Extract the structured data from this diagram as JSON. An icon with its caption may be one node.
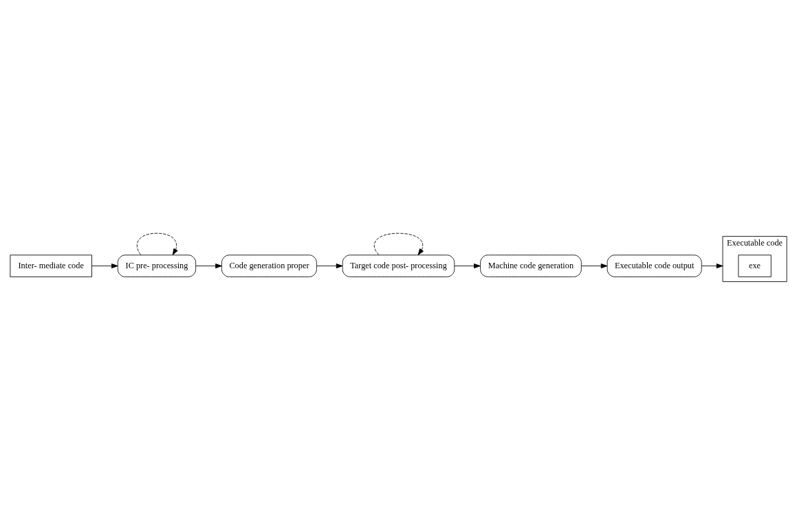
{
  "diagram": {
    "nodes": [
      {
        "text": [
          "Inter- mediate code"
        ]
      },
      {
        "text": [
          "IC pre- processing"
        ]
      },
      {
        "text": [
          "Code generation proper"
        ]
      },
      {
        "text": [
          "Target code post- processing"
        ]
      },
      {
        "text": [
          "Machine code generation"
        ]
      },
      {
        "text": [
          "Executable code output"
        ]
      },
      {
        "text": [
          "Executable code"
        ]
      },
      {
        "text": [
          "exe"
        ],
        "in": 6
      }
    ],
    "edges": [
      {
        "from": 0,
        "to": 1,
        "arrow": "to"
      },
      {
        "from": 1,
        "to": 2,
        "arrow": "to"
      },
      {
        "from": 2,
        "to": 3,
        "arrow": "to"
      },
      {
        "from": 3,
        "to": 4,
        "arrow": "to"
      },
      {
        "from": 4,
        "to": 5,
        "arrow": "to"
      },
      {
        "from": 5,
        "to": 6,
        "arrow": "to"
      },
      {
        "from": 1,
        "to": 1,
        "arrow": "to",
        "style": "dashed"
      },
      {
        "from": 3,
        "to": 3,
        "arrow": "to",
        "style": "dashed"
      }
    ]
  }
}
